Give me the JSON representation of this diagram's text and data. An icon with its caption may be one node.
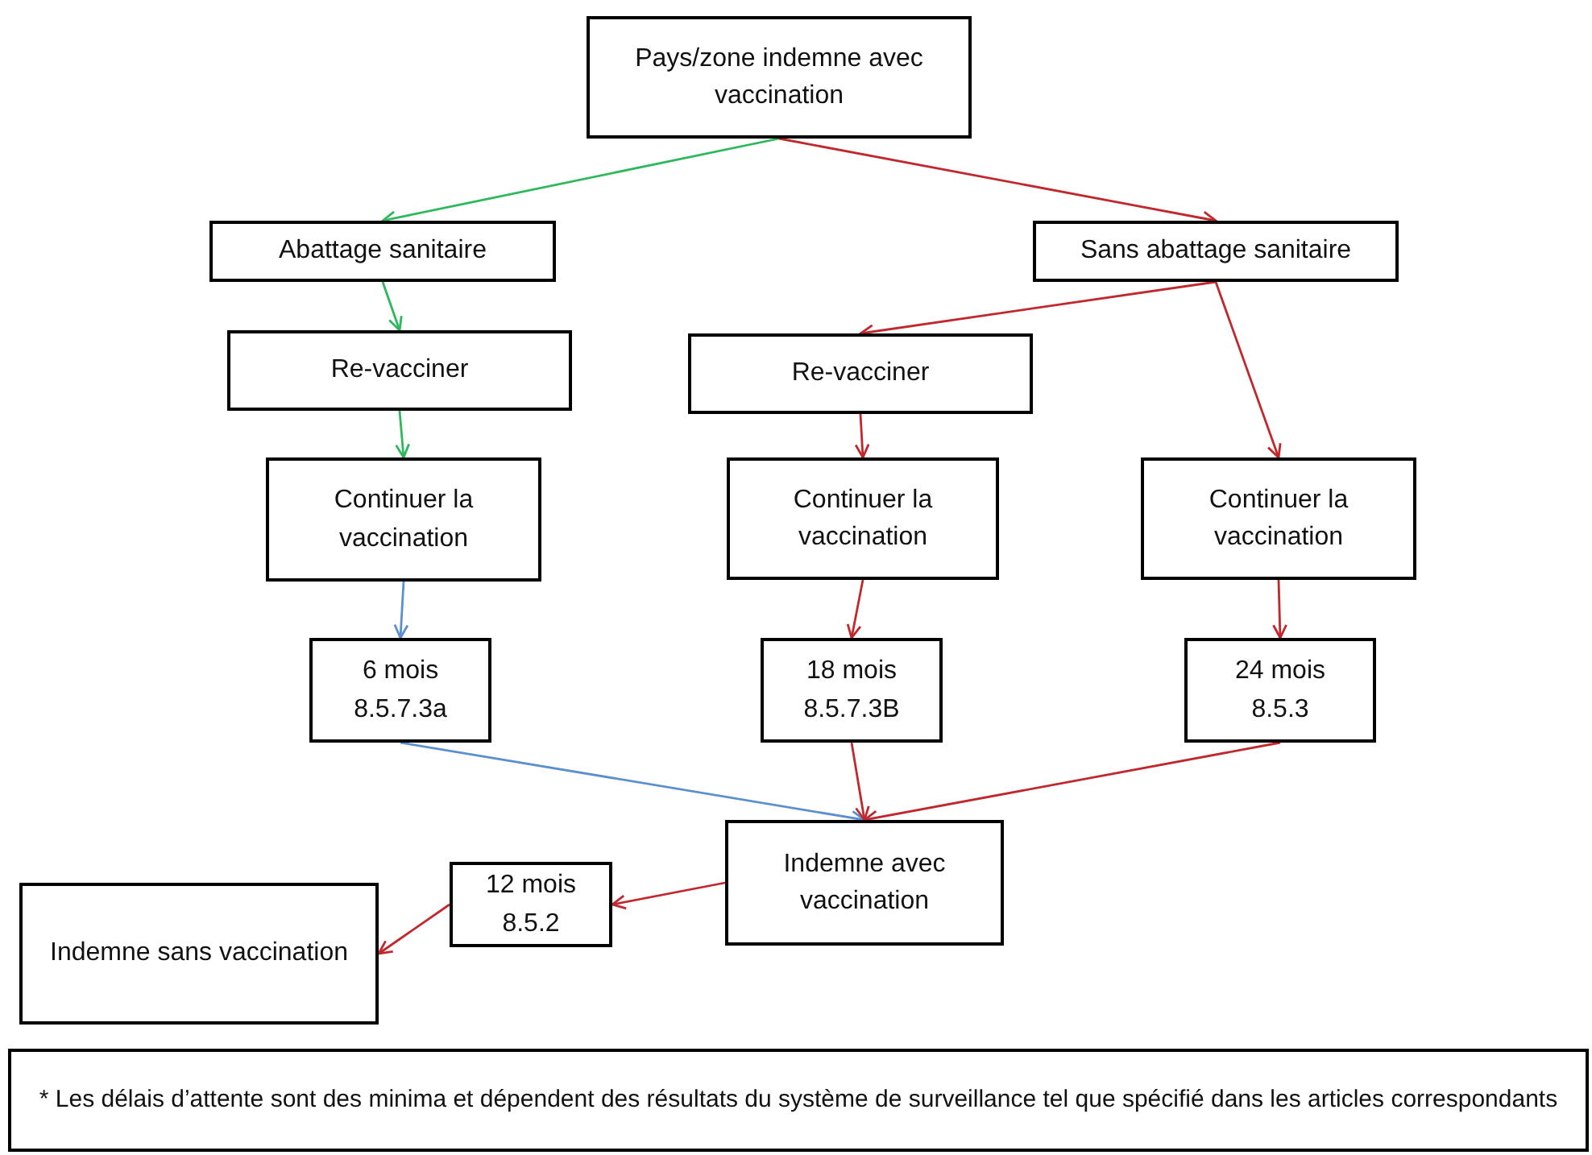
{
  "diagram": {
    "nodes": [
      {
        "text": [
          "Pays/zone indemne avec vaccination"
        ]
      },
      {
        "text": [
          "Abattage sanitaire"
        ]
      },
      {
        "text": [
          "Sans abattage sanitaire"
        ]
      },
      {
        "text": [
          "Re-vacciner"
        ]
      },
      {
        "text": [
          "Re-vacciner"
        ]
      },
      {
        "text": [
          "Continuer la vaccination"
        ]
      },
      {
        "text": [
          "Continuer la vaccination"
        ]
      },
      {
        "text": [
          "Continuer la vaccination"
        ]
      },
      {
        "text": [
          "6 mois 8.5.7.3a"
        ]
      },
      {
        "text": [
          "18 mois 8.5.7.3B"
        ]
      },
      {
        "text": [
          "24 mois 8.5.3"
        ]
      },
      {
        "text": [
          "Indemne avec vaccination"
        ]
      },
      {
        "text": [
          "12 mois 8.5.2"
        ]
      },
      {
        "text": [
          "Indemne sans vaccination"
        ]
      },
      {
        "text": [
          "* Les délais d’attente sont des minima et dépendent des résultats du système de surveillance tel que spécifié dans les articles correspondants"
        ]
      }
    ],
    "edges": [
      {
        "from": 0,
        "to": 1,
        "arrow": "to",
        "color": "#2eb85c"
      },
      {
        "from": 0,
        "to": 2,
        "arrow": "to"
      },
      {
        "from": 1,
        "to": 3,
        "arrow": "to",
        "color": "#2eb85c"
      },
      {
        "from": 2,
        "to": 4,
        "arrow": "to"
      },
      {
        "from": 2,
        "to": 7,
        "arrow": "to"
      },
      {
        "from": 3,
        "to": 5,
        "arrow": "to",
        "color": "#2eb85c"
      },
      {
        "from": 4,
        "to": 6,
        "arrow": "to"
      },
      {
        "from": 5,
        "to": 8,
        "arrow": "to",
        "color": "#5b8fd0"
      },
      {
        "from": 6,
        "to": 9,
        "arrow": "to"
      },
      {
        "from": 7,
        "to": 10,
        "arrow": "to"
      },
      {
        "from": 8,
        "to": 11,
        "arrow": "to",
        "color": "#5b8fd0"
      },
      {
        "from": 9,
        "to": 11,
        "arrow": "to"
      },
      {
        "from": 10,
        "to": 11,
        "arrow": "to"
      },
      {
        "from": 11,
        "to": 12,
        "arrow": "to"
      },
      {
        "from": 12,
        "to": 13,
        "arrow": "to"
      }
    ]
  }
}
